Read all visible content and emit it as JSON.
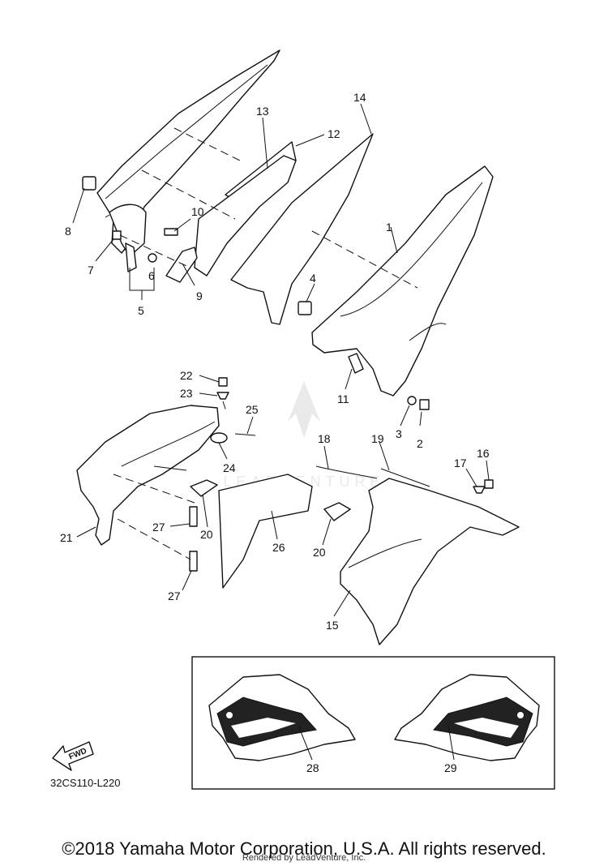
{
  "diagram": {
    "callouts": [
      "1",
      "2",
      "3",
      "4",
      "5",
      "6",
      "7",
      "8",
      "9",
      "10",
      "11",
      "12",
      "13",
      "14",
      "15",
      "16",
      "17",
      "18",
      "19",
      "20",
      "20",
      "21",
      "22",
      "23",
      "24",
      "25",
      "26",
      "27",
      "27",
      "28",
      "29"
    ],
    "diagram_code": "32CS110-L220",
    "fwd_label": "FWD",
    "watermark": "LEADVENTURE"
  },
  "footer": {
    "copyright": "©2018 Yamaha Motor Corporation, U.S.A. All rights reserved.",
    "rendered_by": "Rendered by LeadVenture, Inc."
  }
}
